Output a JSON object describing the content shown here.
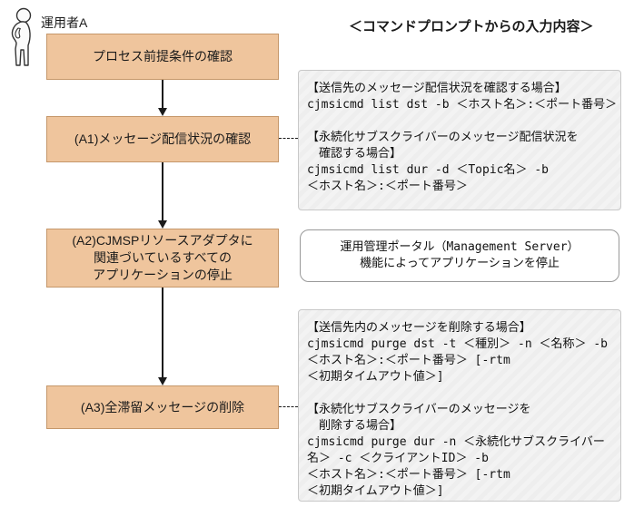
{
  "actor": {
    "label": "運用者A"
  },
  "header": {
    "title": "＜コマンドプロンプトからの入力内容＞"
  },
  "colors": {
    "flow_box_fill": "#EFC59D",
    "flow_box_border": "#C5976A",
    "note_fill": "#F1F1F1",
    "note_border": "#C8C8C8",
    "portal_border": "#999999",
    "line_color": "#1A1A1A"
  },
  "flow": {
    "steps": [
      {
        "lines": [
          "プロセス前提条件の確認"
        ]
      },
      {
        "lines": [
          "(A1)メッセージ配信状況の確認"
        ]
      },
      {
        "lines": [
          "(A2)CJMSPリソースアダプタに",
          "関連づいているすべての",
          "アプリケーションの停止"
        ]
      },
      {
        "lines": [
          "(A3)全滞留メッセージの削除"
        ]
      }
    ]
  },
  "notes": {
    "delivery_check": {
      "lines": [
        "【送信先のメッセージ配信状況を確認する場合】",
        "cjmsicmd list dst -b ＜ホスト名＞:＜ポート番号＞",
        "",
        "【永続化サブスクライバーのメッセージ配信状況を",
        "　確認する場合】",
        "cjmsicmd list dur -d ＜Topic名＞ -b",
        "＜ホスト名＞:＜ポート番号＞"
      ]
    },
    "portal": {
      "lines": [
        "運用管理ポータル（Management Server）",
        "機能によってアプリケーションを停止"
      ]
    },
    "purge": {
      "lines": [
        "【送信先内のメッセージを削除する場合】",
        "cjmsicmd purge dst -t ＜種別＞ -n ＜名称＞ -b",
        "＜ホスト名＞:＜ポート番号＞ [-rtm",
        "＜初期タイムアウト値＞]",
        "",
        "【永続化サブスクライバーのメッセージを",
        "　削除する場合】",
        "cjmsicmd purge dur -n ＜永続化サブスクライバー",
        "名＞ -c ＜クライアントID＞ -b",
        "＜ホスト名＞:＜ポート番号＞ [-rtm",
        "＜初期タイムアウト値＞]"
      ]
    }
  }
}
